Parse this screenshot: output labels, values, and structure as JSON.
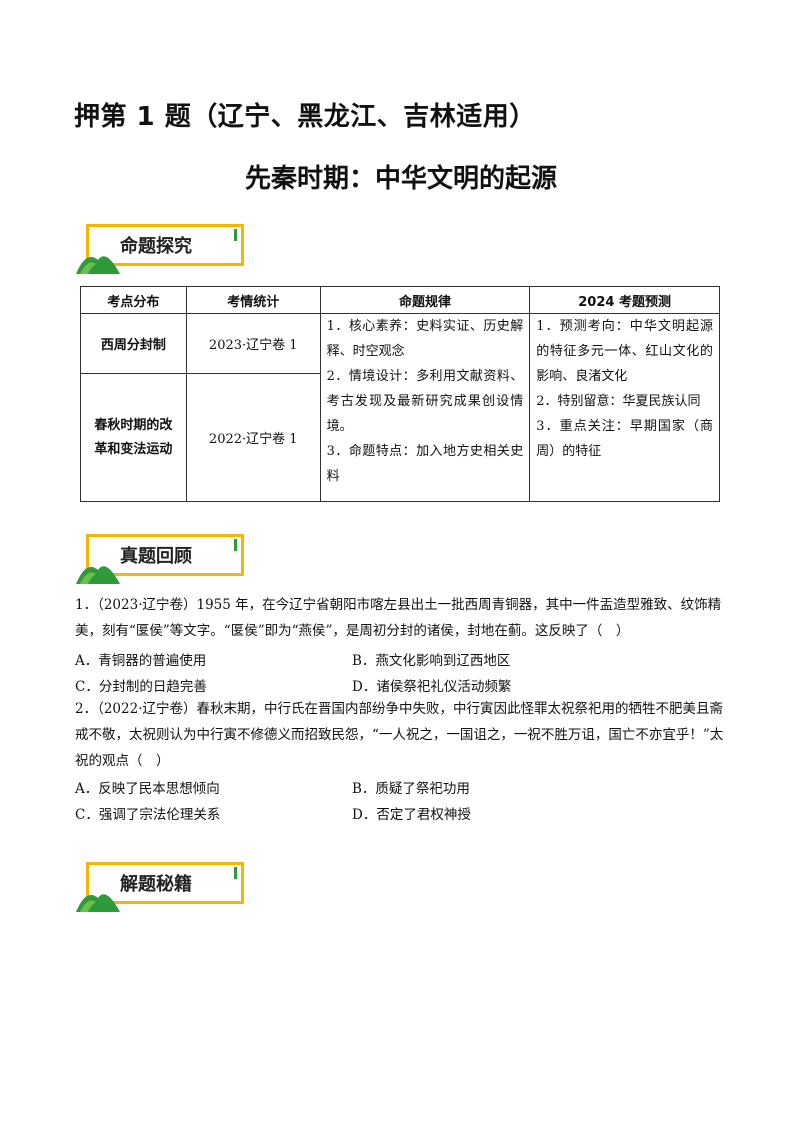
{
  "header": {
    "title": "押第 1 题（辽宁、黑龙江、吉林适用）",
    "subtitle": "先秦时期：中华文明的起源"
  },
  "sections": {
    "explore": "命题探究",
    "review": "真题回顾",
    "tips": "解题秘籍"
  },
  "table": {
    "headers": [
      "考点分布",
      "考情统计",
      "命题规律",
      "2024 考题预测"
    ],
    "row1_topic": "西周分封制",
    "row1_stat": "2023·辽宁卷 1",
    "row2_topic_line1": "春秋时期的改",
    "row2_topic_line2": "革和变法运动",
    "row2_stat": "2022·辽宁卷 1",
    "rules": [
      "1．核心素养：史料实证、历史解释、时空观念",
      "2．情境设计：多利用文献资料、考古发现及最新研究成果创设情境。",
      "3．命题特点：加入地方史相关史料"
    ],
    "predictions": [
      "1．预测考向：中华文明起源的特征多元一体、红山文化的影响、良渚文化",
      "2．特别留意：华夏民族认同",
      "3．重点关注：早期国家（商周）的特征"
    ]
  },
  "questions": [
    {
      "stem": "1．（2023·辽宁卷）1955 年，在今辽宁省朝阳市喀左县出土一批西周青铜器，其中一件盂造型雅致、纹饰精美，刻有“匽侯”等文字。“匽侯”即为“燕侯”，是周初分封的诸侯，封地在蓟。这反映了（　）",
      "options": [
        "A．青铜器的普遍使用",
        "B．燕文化影响到辽西地区",
        "C．分封制的日趋完善",
        "D．诸侯祭祀礼仪活动频繁"
      ]
    },
    {
      "stem": "2．（2022·辽宁卷）春秋末期，中行氏在晋国内部纷争中失败，中行寅因此怪罪太祝祭祀用的牺牲不肥美且斋戒不敬，太祝则认为中行寅不修德义而招致民怨，“一人祝之，一国诅之，一祝不胜万诅，国亡不亦宜乎！”太祝的观点（　）",
      "options": [
        "A．反映了民本思想倾向",
        "B．质疑了祭祀功用",
        "C．强调了宗法伦理关系",
        "D．否定了君权神授"
      ]
    }
  ],
  "colors": {
    "badge_border": "#f2b705",
    "hill": "#2e9a3a",
    "hill_light": "#6cc04a"
  }
}
